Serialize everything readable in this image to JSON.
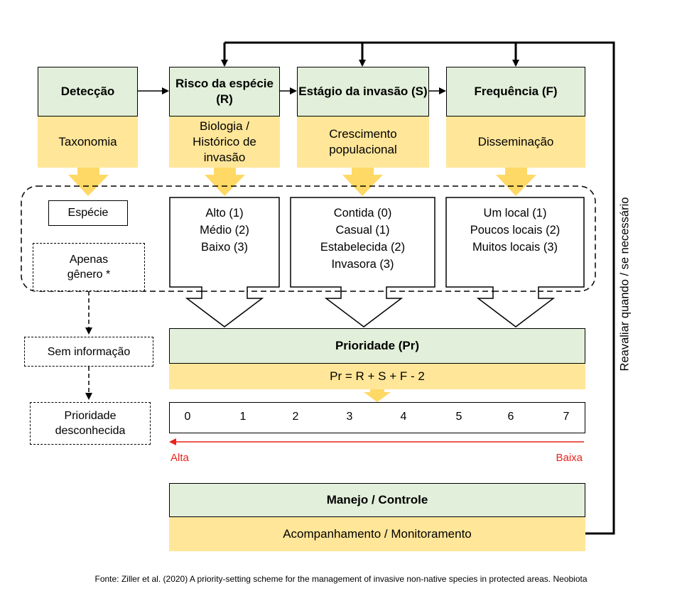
{
  "columns": [
    {
      "title": "Detecção",
      "subtitle": "Taxonomia"
    },
    {
      "title": "Risco da espécie (R)",
      "subtitle": "Biologia / Histórico de invasão"
    },
    {
      "title": "Estágio da invasão (S)",
      "subtitle": "Crescimento populacional"
    },
    {
      "title": "Frequência (F)",
      "subtitle": "Disseminação"
    }
  ],
  "detection": {
    "species": "Espécie",
    "genus_only": "Apenas gênero *",
    "no_info": "Sem informação",
    "unknown_priority": "Prioridade desconhecida"
  },
  "risk_scores": "Alto (1)\nMédio (2)\nBaixo (3)",
  "stage_scores": "Contida (0)\nCasual (1)\nEstabelecida (2)\nInvasora (3)",
  "frequency_scores": "Um local (1)\nPoucos locais (2)\nMuitos locais (3)",
  "priority": {
    "title": "Prioridade (Pr)",
    "formula": "Pr = R + S + F - 2"
  },
  "scale": {
    "values": [
      "0",
      "1",
      "2",
      "3",
      "4",
      "5",
      "6",
      "7"
    ],
    "high_label": "Alta",
    "low_label": "Baixa",
    "color": "#e8231b"
  },
  "management": {
    "title": "Manejo / Controle",
    "subtitle": "Acompanhamento / Monitoramento"
  },
  "feedback_label": "Reavaliar quando / se necessário",
  "source": "Fonte: Ziller et al. (2020) A priority-setting scheme for the management of invasive non-native species in protected areas. Neobiota",
  "colors": {
    "green": "#e2efda",
    "yellow": "#ffe699",
    "arrow": "#ffd966"
  }
}
